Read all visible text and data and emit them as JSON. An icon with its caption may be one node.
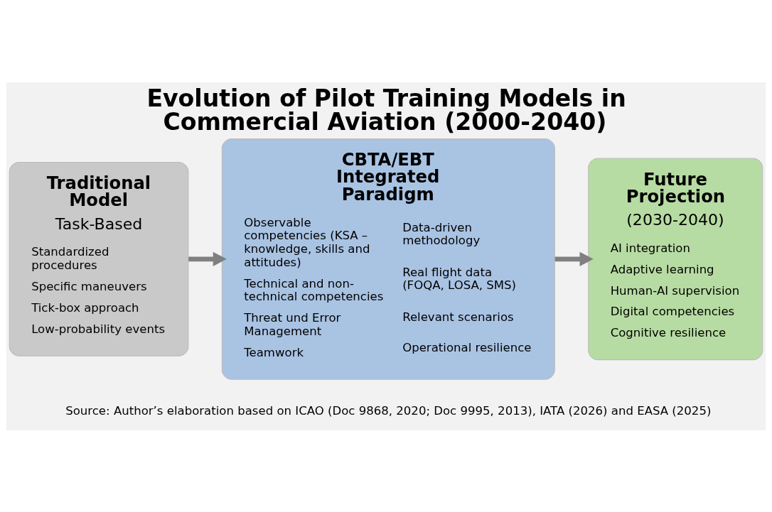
{
  "diagram": {
    "title": "Evolution of Pilot Training Models in Commercial Aviation (2000-2040)",
    "caption": "Source: Author’s elaboration based on ICAO (Doc 9868, 2020; Doc 9995, 2013), IATA (2026) and EASA (2025)",
    "nodes": [
      {
        "text": [
          "Traditional Model",
          "Task-Based",
          "Standardized procedures",
          "Specific maneuvers",
          "Tick-box approach",
          "Low-probability events"
        ]
      },
      {
        "text": [
          "CBTA/EBT Integrated Paradigm",
          "Observable competencies (KSA – knowledge, skills and attitudes)",
          "Technical and non-technical competencies",
          "Threat und Error Management",
          "Teamwork",
          "Data-driven methodology",
          "Real flight data (FOQA, LOSA, SMS)",
          "Relevant scenarios",
          "Operational resilience"
        ]
      },
      {
        "text": [
          "Future Projection",
          "(2030-2040)",
          "AI integration",
          "Adaptive learning",
          "Human-AI supervision",
          "Digital competencies",
          "Cognitive resilience"
        ]
      }
    ],
    "edges": [
      {
        "from": 0,
        "to": 1,
        "arrow": "to"
      },
      {
        "from": 1,
        "to": 2,
        "arrow": "to"
      }
    ]
  }
}
